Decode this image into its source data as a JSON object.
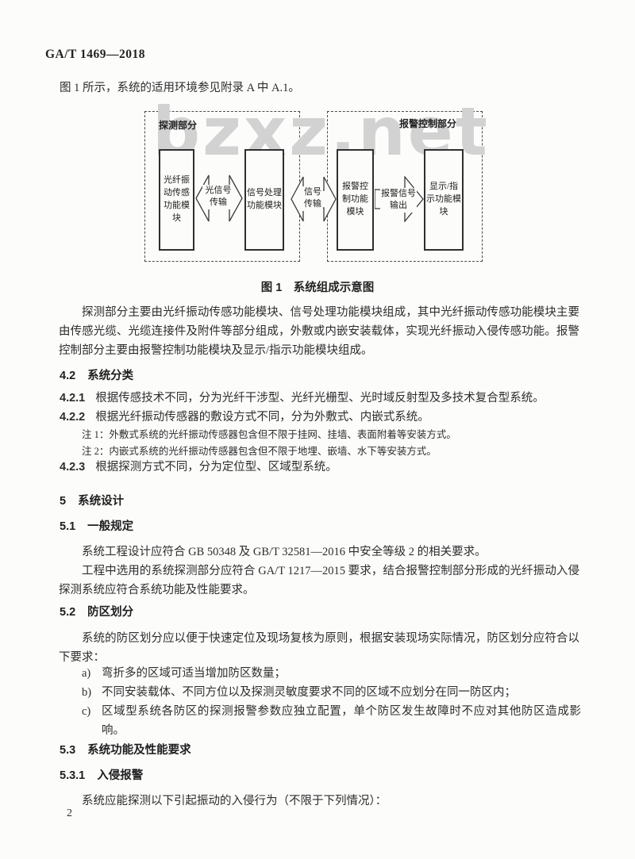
{
  "page": {
    "header": "GA/T 1469—2018",
    "intro": "图 1 所示，系统的适用环境参见附录 A 中 A.1。",
    "watermark": "bzxz.net",
    "page_number": "2"
  },
  "figure": {
    "caption": "图 1　系统组成示意图",
    "left_group_label": "探测部分",
    "right_group_label": "报警控制部分",
    "boxes": {
      "fiber_sensing": "光纤振动传感功能模块",
      "signal_processing": "信号处理功能模块",
      "alarm_control": "报警控制功能模块",
      "display_indicate": "显示/指示功能模块"
    },
    "arrows": {
      "optical_signal": "光信号传输",
      "signal": "信号传输",
      "alarm_output": "报警信号输出"
    }
  },
  "sections": {
    "para_after_figure": "探测部分主要由光纤振动传感功能模块、信号处理功能模块组成，其中光纤振动传感功能模块主要由传感光缆、光缆连接件及附件等部分组成，外敷或内嵌安装载体，实现光纤振动入侵传感功能。报警控制部分主要由报警控制功能模块及显示/指示功能模块组成。",
    "s42": {
      "num": "4.2",
      "title": "系统分类"
    },
    "s421": {
      "num": "4.2.1",
      "text": "根据传感技术不同，分为光纤干涉型、光纤光栅型、光时域反射型及多技术复合型系统。"
    },
    "s422": {
      "num": "4.2.2",
      "text": "根据光纤振动传感器的敷设方式不同，分为外敷式、内嵌式系统。"
    },
    "note1": "注 1：外敷式系统的光纤振动传感器包含但不限于挂网、挂墙、表面附着等安装方式。",
    "note2": "注 2：内嵌式系统的光纤振动传感器包含但不限于地埋、嵌墙、水下等安装方式。",
    "s423": {
      "num": "4.2.3",
      "text": "根据探测方式不同，分为定位型、区域型系统。"
    },
    "s5": {
      "num": "5",
      "title": "系统设计"
    },
    "s51": {
      "num": "5.1",
      "title": "一般规定"
    },
    "p511": "系统工程设计应符合 GB 50348 及 GB/T 32581—2016 中安全等级 2 的相关要求。",
    "p512": "工程中选用的系统探测部分应符合 GA/T 1217—2015 要求，结合报警控制部分形成的光纤振动入侵探测系统应符合系统功能及性能要求。",
    "s52": {
      "num": "5.2",
      "title": "防区划分"
    },
    "p521": "系统的防区划分应以便于快速定位及现场复核为原则，根据安装现场实际情况，防区划分应符合以下要求：",
    "list": {
      "a": {
        "marker": "a)",
        "text": "弯折多的区域可适当增加防区数量；"
      },
      "b": {
        "marker": "b)",
        "text": "不同安装载体、不同方位以及探测灵敏度要求不同的区域不应划分在同一防区内；"
      },
      "c": {
        "marker": "c)",
        "text": "区域型系统各防区的探测报警参数应独立配置，单个防区发生故障时不应对其他防区造成影响。"
      }
    },
    "s53": {
      "num": "5.3",
      "title": "系统功能及性能要求"
    },
    "s531": {
      "num": "5.3.1",
      "title": "入侵报警"
    },
    "p5311": "系统应能探测以下引起振动的入侵行为（不限于下列情况）："
  }
}
